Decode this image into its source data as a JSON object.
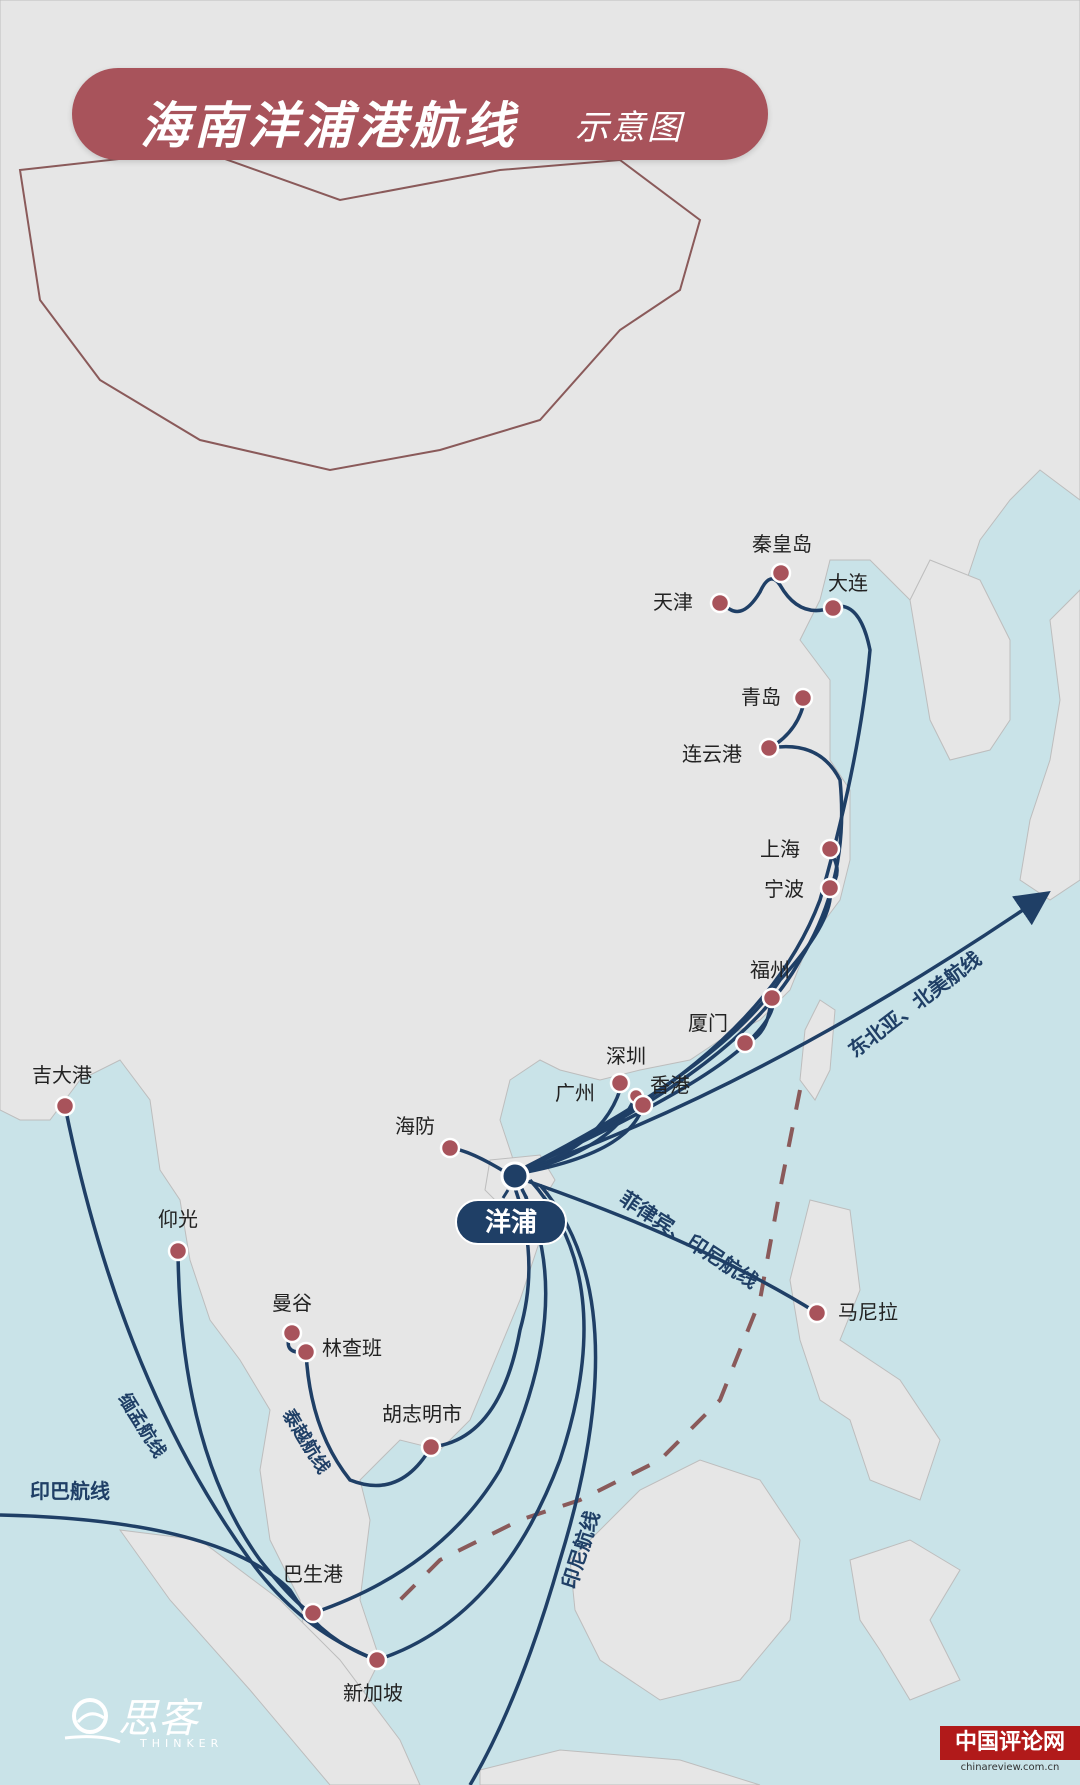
{
  "title": {
    "main": "海南洋浦港航线",
    "sub": "示意图"
  },
  "hub": {
    "label": "洋浦"
  },
  "ports": [
    {
      "id": "qinhuangdao",
      "name": "秦皇岛"
    },
    {
      "id": "tianjin",
      "name": "天津"
    },
    {
      "id": "dalian",
      "name": "大连"
    },
    {
      "id": "qingdao",
      "name": "青岛"
    },
    {
      "id": "lianyungang",
      "name": "连云港"
    },
    {
      "id": "shanghai",
      "name": "上海"
    },
    {
      "id": "ningbo",
      "name": "宁波"
    },
    {
      "id": "fuzhou",
      "name": "福州"
    },
    {
      "id": "xiamen",
      "name": "厦门"
    },
    {
      "id": "shenzhen",
      "name": "深圳"
    },
    {
      "id": "guangzhou",
      "name": "广州"
    },
    {
      "id": "hongkong",
      "name": "香港"
    },
    {
      "id": "haiphong",
      "name": "海防"
    },
    {
      "id": "manila",
      "name": "马尼拉"
    },
    {
      "id": "chittagong",
      "name": "吉大港"
    },
    {
      "id": "yangon",
      "name": "仰光"
    },
    {
      "id": "bangkok",
      "name": "曼谷"
    },
    {
      "id": "laemchabang",
      "name": "林查班"
    },
    {
      "id": "hcmc",
      "name": "胡志明市"
    },
    {
      "id": "portklang",
      "name": "巴生港"
    },
    {
      "id": "singapore",
      "name": "新加坡"
    }
  ],
  "route_labels": {
    "ne_asia": "东北亚、北美航线",
    "ph_id": "菲律宾、印尼航线",
    "indonesia": "印尼航线",
    "myanmar_bd": "缅孟航线",
    "thai_viet": "泰越航线",
    "india_pk": "印巴航线"
  },
  "colors": {
    "sea": "#c9e3e8",
    "land": "#e6e6e6",
    "route": "#1f3f66",
    "port": "#a8535b",
    "hub": "#1f3f66",
    "border": "#8a5a5a",
    "title_bg": "#a8535b"
  },
  "logo": {
    "text": "思客",
    "sub": "THINKER"
  },
  "watermark": {
    "text": "中国评论网",
    "url": "chinareview.com.cn"
  }
}
